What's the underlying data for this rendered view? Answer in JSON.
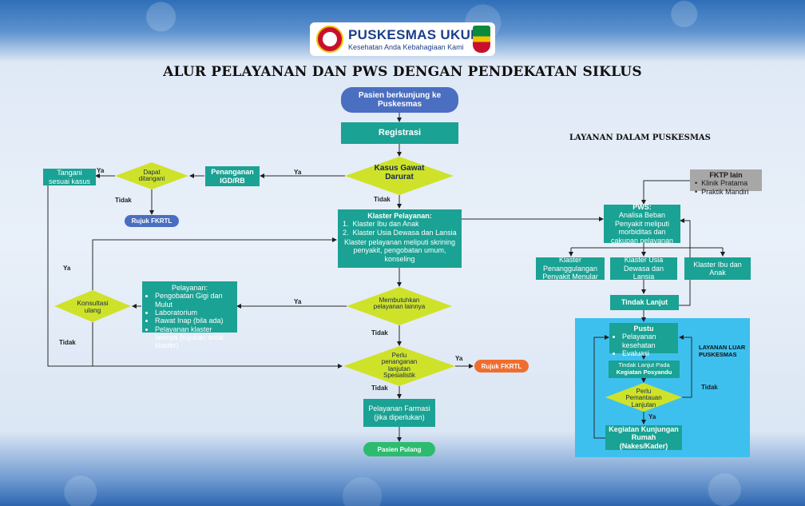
{
  "header": {
    "brand_name": "PUSKESMAS UKUI",
    "tagline": "Kesehatan Anda Kebahagiaan Kami",
    "title": "ALUR PELAYANAN DAN PWS DENGAN PENDEKATAN SIKLUS"
  },
  "flow": {
    "start": "Pasien berkunjung ke Puskesmas",
    "registrasi": "Registrasi",
    "gawat": "Kasus Gawat Darurat",
    "igd": "Penanganan IGD/RB",
    "dapat": "Dapat ditangani",
    "tangani": "Tangani sesuai kasus",
    "rujuk1": "Rujuk FKRTL",
    "klaster_title": "Klaster Pelayanan:",
    "klaster_items": [
      "Klaster Ibu dan Anak",
      "Klaster Usia Dewasa dan Lansia"
    ],
    "klaster_note": "Klaster pelayanan meliputi skrining penyakit, pengobatan umum, konseling",
    "membutuhkan": "Membutuhkan pelayanan lainnya",
    "pelayanan_title": "Pelayanan:",
    "pelayanan_items": [
      "Pengobatan Gigi dan Mulut",
      "Laboratorium",
      "Rawat Inap (bila ada)",
      "Pelayanan klaster lainnya (rujukan antar klaster)"
    ],
    "konsultasi": "Konsultasi ulang",
    "spesialistik": "Perlu penanganan lanjutan Spesialistik",
    "rujuk2": "Rujuk FKRTL",
    "farmasi": "Pelayanan Farmasi (jika diperlukan)",
    "pulang": "Pasien Pulang"
  },
  "labels": {
    "ya": "Ya",
    "tidak": "Tidak"
  },
  "pws": {
    "section_title": "LAYANAN DALAM PUSKESMAS",
    "fktp_title": "FKTP lain",
    "fktp_items": [
      "Klinik Pratama",
      "Praktik Mandiri"
    ],
    "pws_title": "PWS:",
    "pws_text": "Analisa Beban Penyakit meliputi morbiditas dan cakupan pelayanan",
    "k1": "Klaster Penanggulangan Penyakit Menular",
    "k2": "Klaster Usia Dewasa dan Lansia",
    "k3": "Klaster Ibu dan Anak",
    "tindak": "Tindak Lanjut",
    "luar_title": "LAYANAN LUAR PUSKESMAS",
    "pustu_title": "Pustu",
    "pustu_items": [
      "Pelayanan kesehatan",
      "Evaluasi"
    ],
    "posyandu_line1": "Tindak Lanjut Pada",
    "posyandu_line2": "Kegiatan Posyandu",
    "pemantauan": "Perlu Pemantauan Lanjutan",
    "kunjungan": "Kegiatan Kunjungan Rumah (Nakes/Kader)"
  },
  "colors": {
    "teal": "#1aa294",
    "diamond": "#cfe22a",
    "navy_pill": "#4a6fc1",
    "orange_pill": "#f16d2f",
    "green_pill": "#2dbb70",
    "grey": "#a7a7a7",
    "luar_bg": "#3ec0ef"
  }
}
